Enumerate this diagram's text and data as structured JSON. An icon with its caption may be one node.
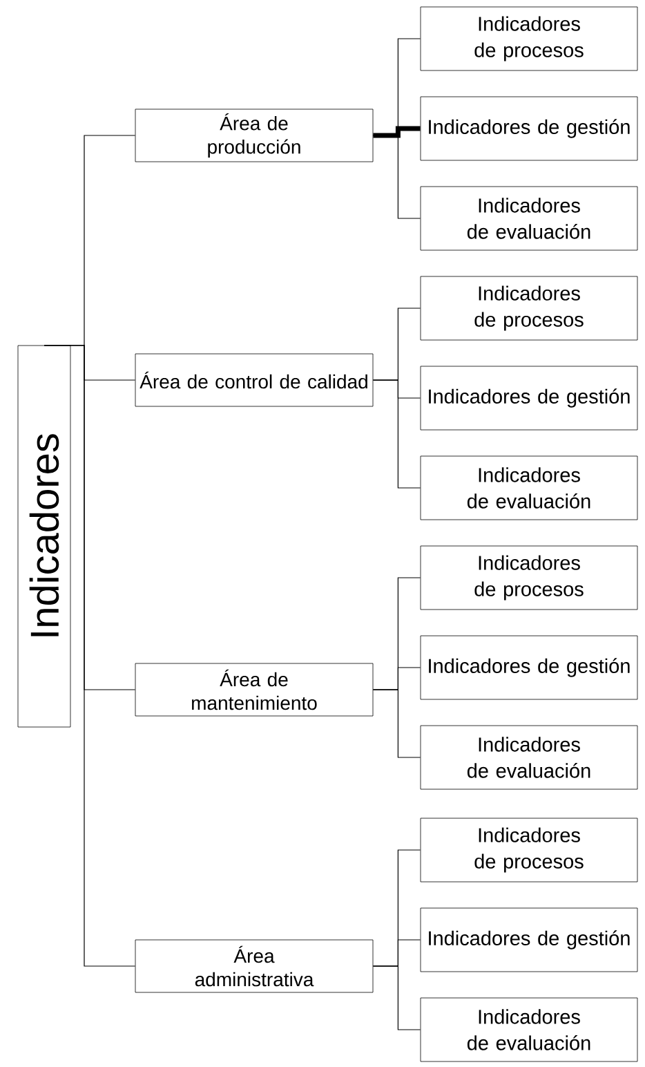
{
  "diagram": {
    "nodes": [
      {
        "text": [
          "Indicadores"
        ]
      },
      {
        "text": [
          "Área de producción"
        ]
      },
      {
        "text": [
          "Indicadores de procesos"
        ]
      },
      {
        "text": [
          "Indicadores de gestión"
        ]
      },
      {
        "text": [
          "Indicadores de evaluación"
        ]
      },
      {
        "text": [
          "Área de control de calidad"
        ]
      },
      {
        "text": [
          "Indicadores de procesos"
        ]
      },
      {
        "text": [
          "Indicadores de gestión"
        ]
      },
      {
        "text": [
          "Indicadores de evaluación"
        ]
      },
      {
        "text": [
          "Área de mantenimiento"
        ]
      },
      {
        "text": [
          "Indicadores de procesos"
        ]
      },
      {
        "text": [
          "Indicadores de gestión"
        ]
      },
      {
        "text": [
          "Indicadores de evaluación"
        ]
      },
      {
        "text": [
          "Área administrativa"
        ]
      },
      {
        "text": [
          "Indicadores de procesos"
        ]
      },
      {
        "text": [
          "Indicadores de gestión"
        ]
      },
      {
        "text": [
          "Indicadores de evaluación"
        ]
      }
    ],
    "edges": [
      {
        "from": 0,
        "to": 1,
        "arrow": "none"
      },
      {
        "from": 0,
        "to": 5,
        "arrow": "none"
      },
      {
        "from": 0,
        "to": 9,
        "arrow": "none"
      },
      {
        "from": 0,
        "to": 13,
        "arrow": "none"
      },
      {
        "from": 1,
        "to": 2,
        "arrow": "none"
      },
      {
        "from": 1,
        "to": 3,
        "arrow": "none",
        "style": "thick"
      },
      {
        "from": 1,
        "to": 4,
        "arrow": "none"
      },
      {
        "from": 5,
        "to": 6,
        "arrow": "none"
      },
      {
        "from": 5,
        "to": 7,
        "arrow": "none"
      },
      {
        "from": 5,
        "to": 8,
        "arrow": "none"
      },
      {
        "from": 9,
        "to": 10,
        "arrow": "none"
      },
      {
        "from": 9,
        "to": 11,
        "arrow": "none"
      },
      {
        "from": 9,
        "to": 12,
        "arrow": "none"
      },
      {
        "from": 13,
        "to": 14,
        "arrow": "none"
      },
      {
        "from": 13,
        "to": 15,
        "arrow": "none"
      },
      {
        "from": 13,
        "to": 16,
        "arrow": "none"
      }
    ]
  }
}
